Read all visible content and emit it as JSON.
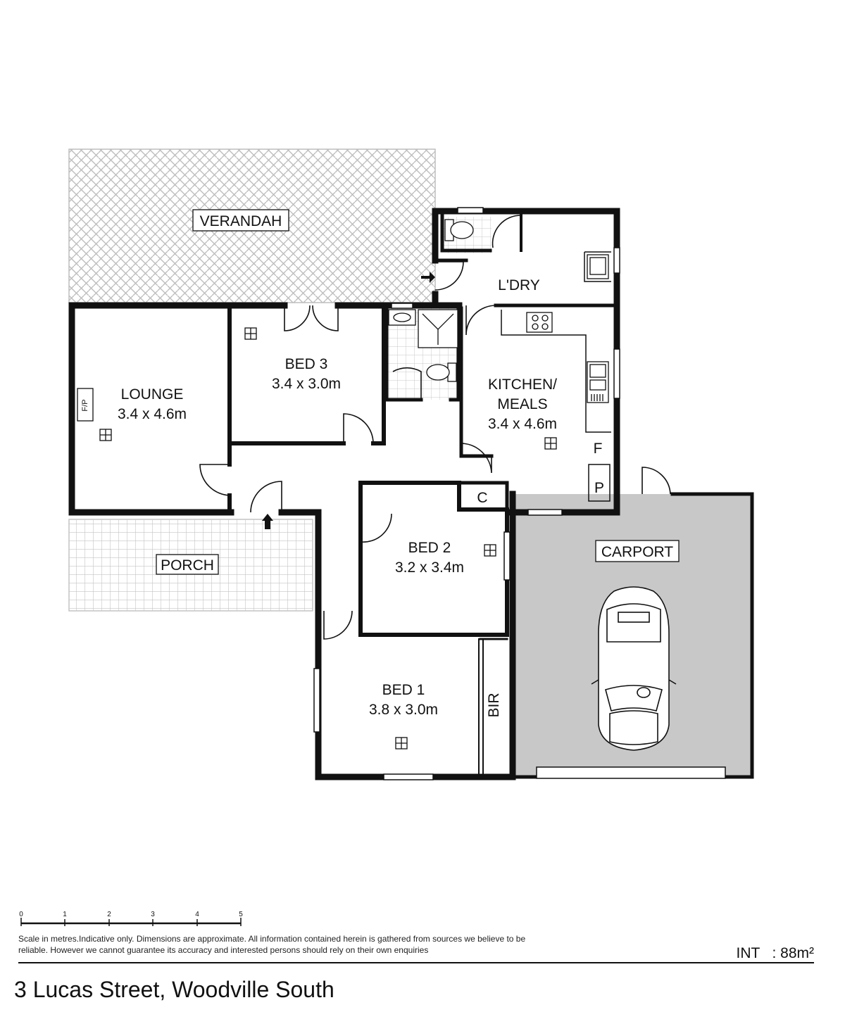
{
  "rooms": {
    "verandah": "VERANDAH",
    "porch": "PORCH",
    "carport": "CARPORT",
    "laundry": "L'DRY",
    "lounge": {
      "name": "LOUNGE",
      "size": "3.4 x 4.6m"
    },
    "bed3": {
      "name": "BED 3",
      "size": "3.4 x 3.0m"
    },
    "kitchen": {
      "name_line1": "KITCHEN/",
      "name_line2": "MEALS",
      "size": "3.4 x 4.6m"
    },
    "bed2": {
      "name": "BED 2",
      "size": "3.2 x 3.4m"
    },
    "bed1": {
      "name": "BED 1",
      "size": "3.8 x 3.0m"
    }
  },
  "labels": {
    "fireplace": "F/P",
    "cupboard": "C",
    "fridge": "F",
    "pantry": "P",
    "built_in_robe": "BIR"
  },
  "scale": {
    "ticks": [
      "0",
      "1",
      "2",
      "3",
      "4",
      "5"
    ],
    "disclaimer": "Scale in metres.Indicative only. Dimensions are approximate. All information contained herein is gathered from sources we believe to be reliable. However we cannot guarantee its accuracy and interested persons should rely on their own enquiries"
  },
  "area": "INT   : 88m²",
  "address": "3 Lucas Street, Woodville South",
  "colors": {
    "wall": "#111111",
    "carport_fill": "#c8c8c8",
    "hatch": "#bdbdbd"
  }
}
